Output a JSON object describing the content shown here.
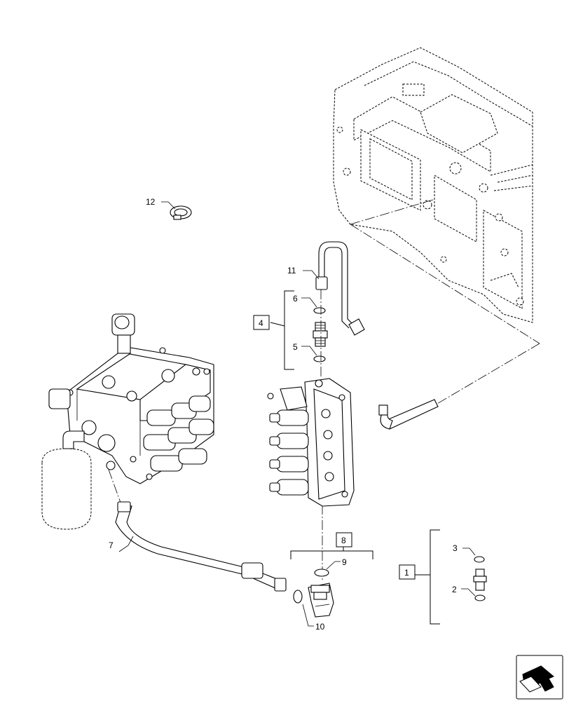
{
  "callouts": {
    "c1": "1",
    "c2": "2",
    "c3": "3",
    "c4": "4",
    "c5": "5",
    "c6": "6",
    "c7": "7",
    "c8": "8",
    "c9": "9",
    "c10": "10",
    "c11": "11",
    "c12": "12"
  },
  "icons": {
    "nav": "next-page-arrow-icon"
  }
}
